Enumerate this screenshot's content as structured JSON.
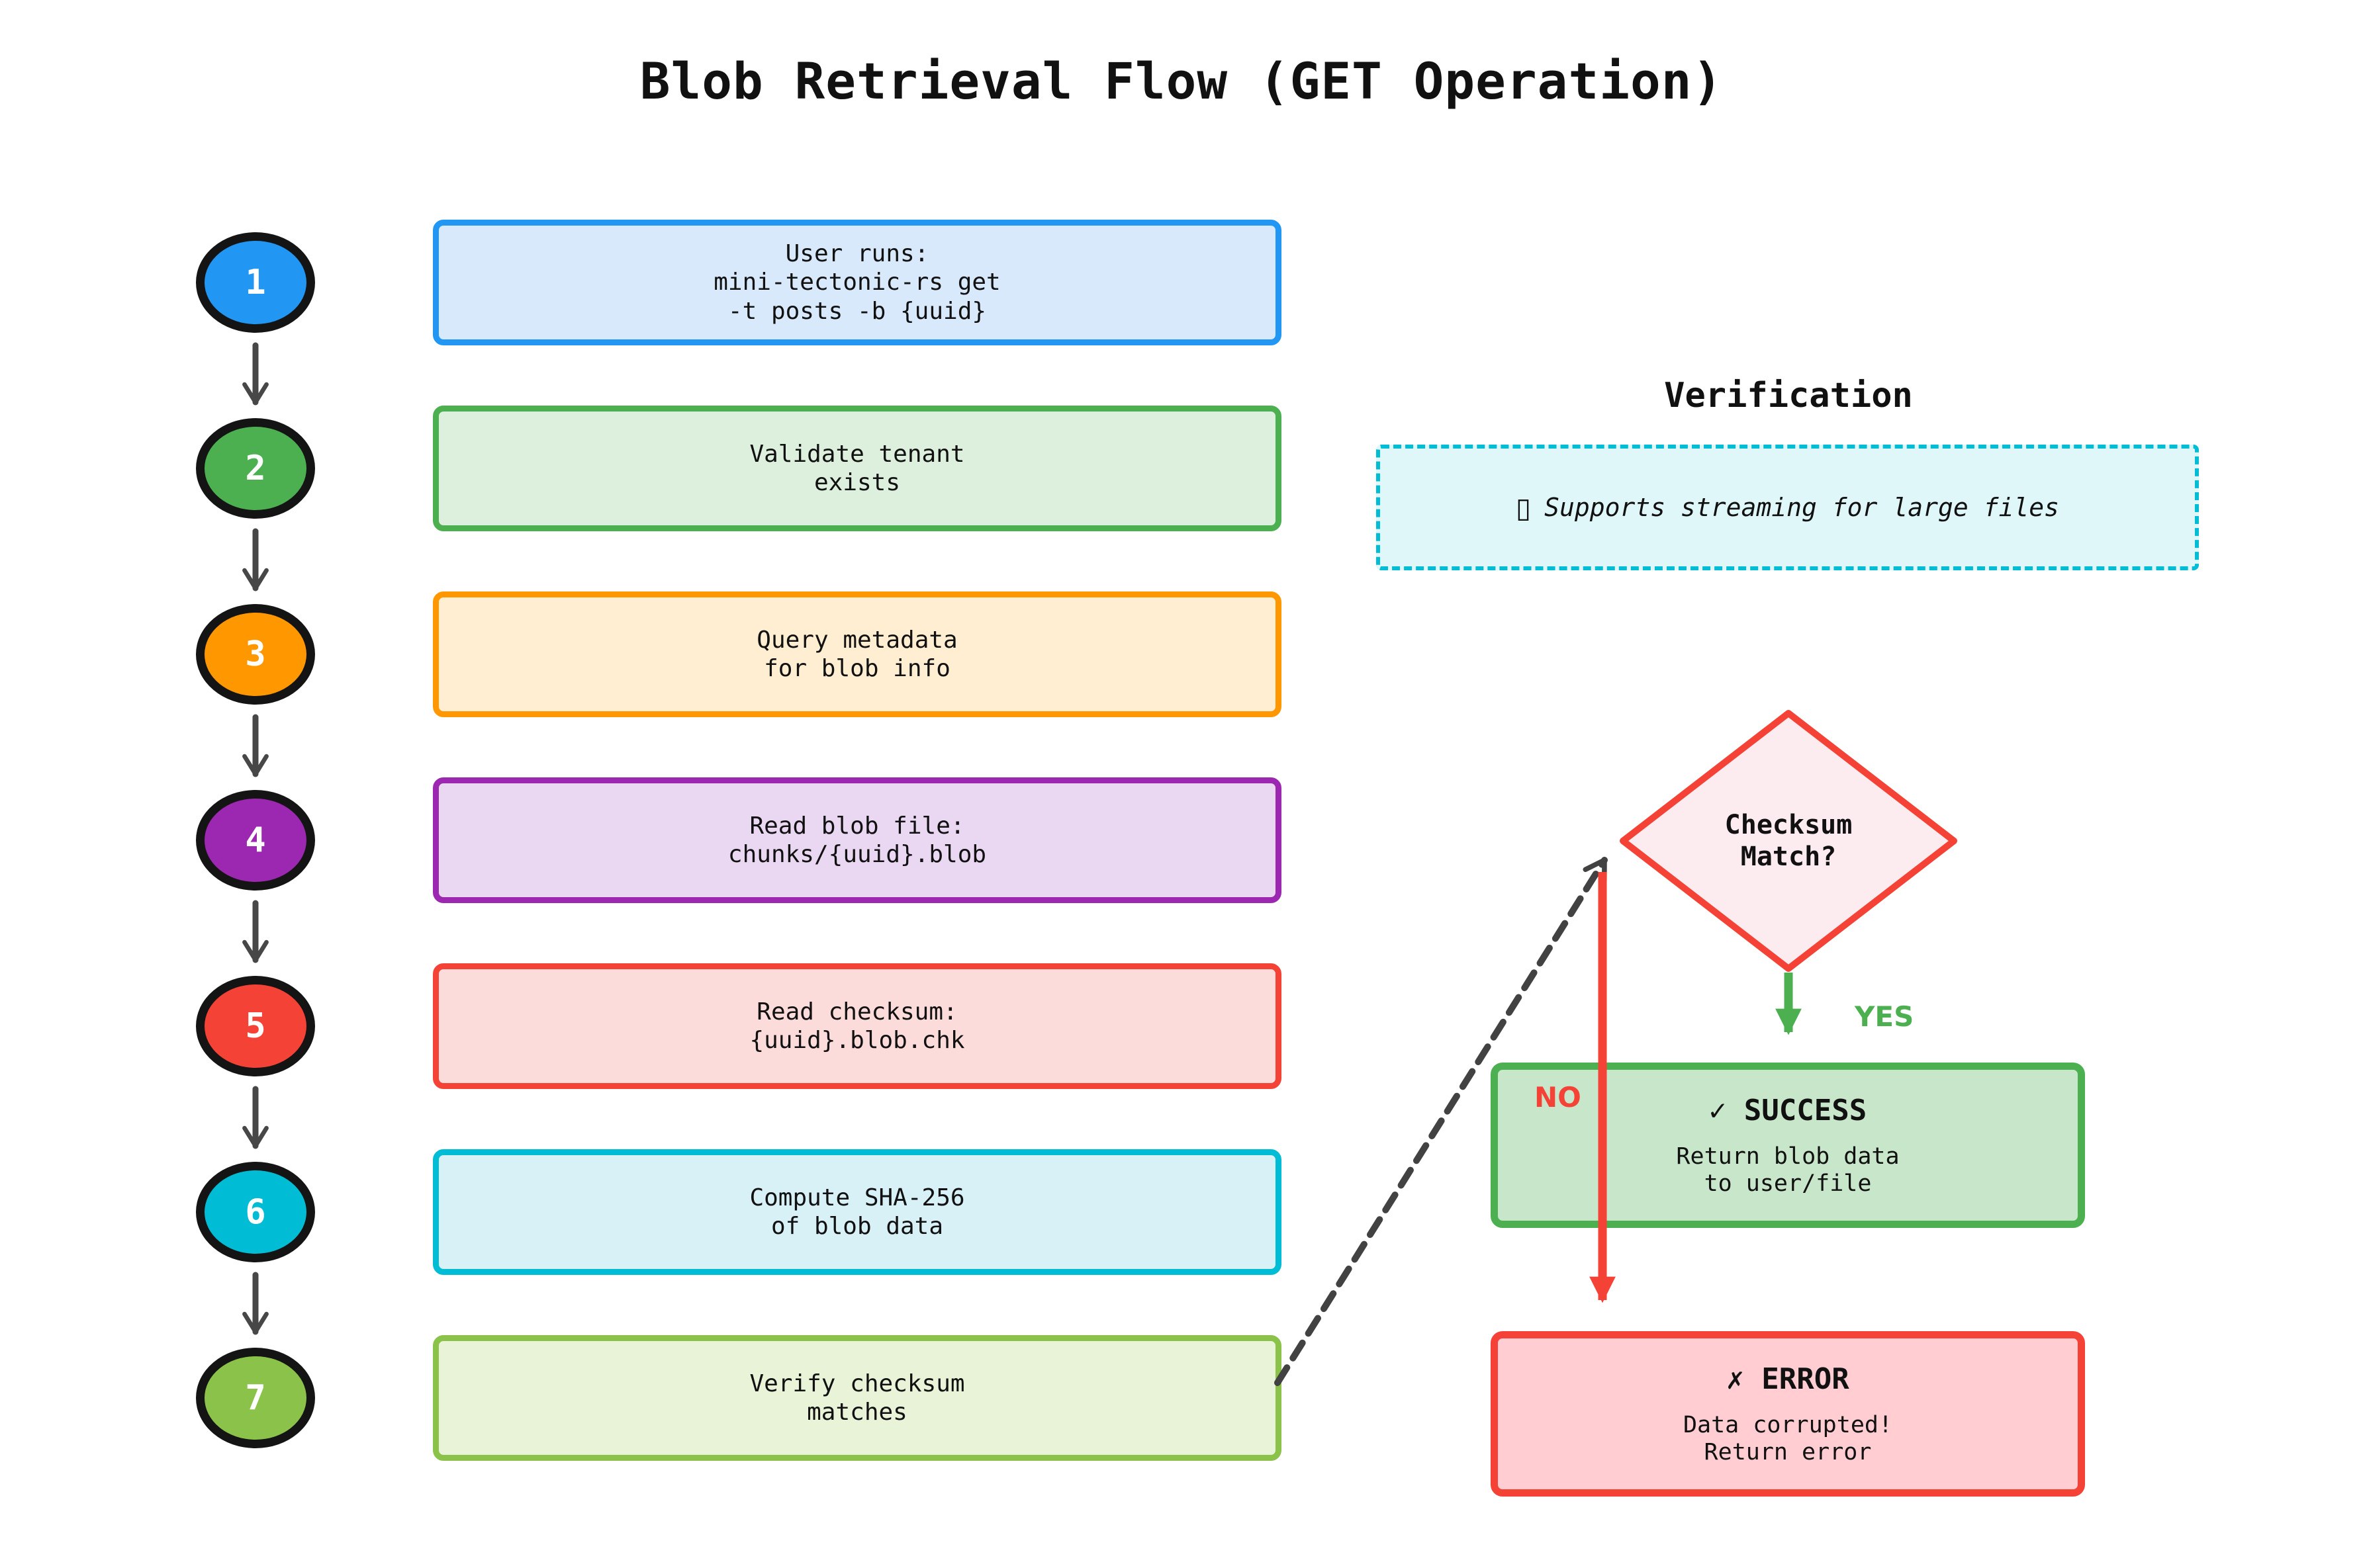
{
  "title": "Blob Retrieval Flow (GET Operation)",
  "steps": [
    {
      "number": "1",
      "label": "User runs:\nmini-tectonic-rs get\n-t posts -b {uuid}"
    },
    {
      "number": "2",
      "label": "Validate tenant\nexists"
    },
    {
      "number": "3",
      "label": "Query metadata\nfor blob info"
    },
    {
      "number": "4",
      "label": "Read blob file:\nchunks/{uuid}.blob"
    },
    {
      "number": "5",
      "label": "Read checksum:\n{uuid}.blob.chk"
    },
    {
      "number": "6",
      "label": "Compute SHA-256\nof blob data"
    },
    {
      "number": "7",
      "label": "Verify checksum\nmatches"
    }
  ],
  "verification": {
    "heading": "Verification",
    "note_glyph": "▯",
    "note_text": "Supports streaming for large files"
  },
  "decision": {
    "question": "Checksum\nMatch?",
    "yes_label": "YES",
    "no_label": "NO"
  },
  "success": {
    "title": "✓ SUCCESS",
    "body": "Return blob data\nto user/file"
  },
  "error": {
    "title": "✗ ERROR",
    "body": "Data corrupted!\nReturn error"
  },
  "colors": {
    "step1": "#2196f3",
    "step1_fill": "#d8e9fb",
    "step2": "#4caf50",
    "step2_fill": "#ddefdd",
    "step3": "#ff9800",
    "step3_fill": "#ffeed2",
    "step4": "#9c27b0",
    "step4_fill": "#ead8f3",
    "step5": "#f44336",
    "step5_fill": "#fcdcdb",
    "step6": "#00bcd4",
    "step6_fill": "#d8f1f7",
    "step7": "#8bc34a",
    "step7_fill": "#e9f3d8",
    "note_border": "#00bcd4",
    "note_fill": "#e0f7fa",
    "diamond_border": "#f44336",
    "diamond_fill": "#fdecef",
    "success_border": "#4caf50",
    "success_fill": "#c8e6c9",
    "error_border": "#f44336",
    "error_fill": "#ffcdd2",
    "yes": "#4caf50",
    "no": "#f44336",
    "flow_arrow": "#474747",
    "dashed_arrow": "#424242",
    "circle_outline": "#141414",
    "text": "#111111"
  }
}
